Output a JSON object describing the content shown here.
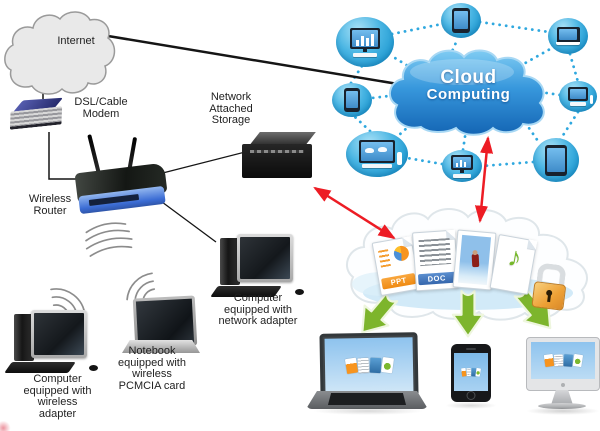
{
  "labels": {
    "internet": "Internet",
    "modem": "DSL/Cable\nModem",
    "nas": "Network\nAttached\nStorage",
    "router": "Wireless\nRouter",
    "computer_network": "Computer\nequipped with\nnetwork adapter",
    "notebook": "Notebook\nequipped with\nwireless\nPCMCIA card",
    "computer_wireless": "Computer\nequipped with\nwireless\nadapter"
  },
  "cloud_computing": {
    "title_line1": "Cloud",
    "title_line2": "Computing",
    "connected_devices": [
      "desktop-with-chart",
      "tablet",
      "laptop",
      "smartphone",
      "desktop-workstation",
      "desktop-with-mouse",
      "desktop-with-chart-small",
      "tablet-large"
    ]
  },
  "document_cloud": {
    "ppt_badge": "PPT",
    "doc_badge": "DOC",
    "music_note_glyph": "♪",
    "items": [
      "presentation-file",
      "text-document",
      "photo",
      "music-file"
    ],
    "security": "padlock-icon"
  },
  "icons": {
    "wireless_waves": "three-arc-signal",
    "padlock": "gold-padlock"
  },
  "colors": {
    "satellite_blue": "#2ea7db",
    "cloud_gradient_top": "#7fccf3",
    "cloud_gradient_bottom": "#1465b4",
    "dotted_line": "#2fa8df",
    "red_arrow": "#ed1c24",
    "green_arrow": "#7db52c",
    "padlock_gold": "#eda035",
    "label_text": "#1f1f1f"
  }
}
